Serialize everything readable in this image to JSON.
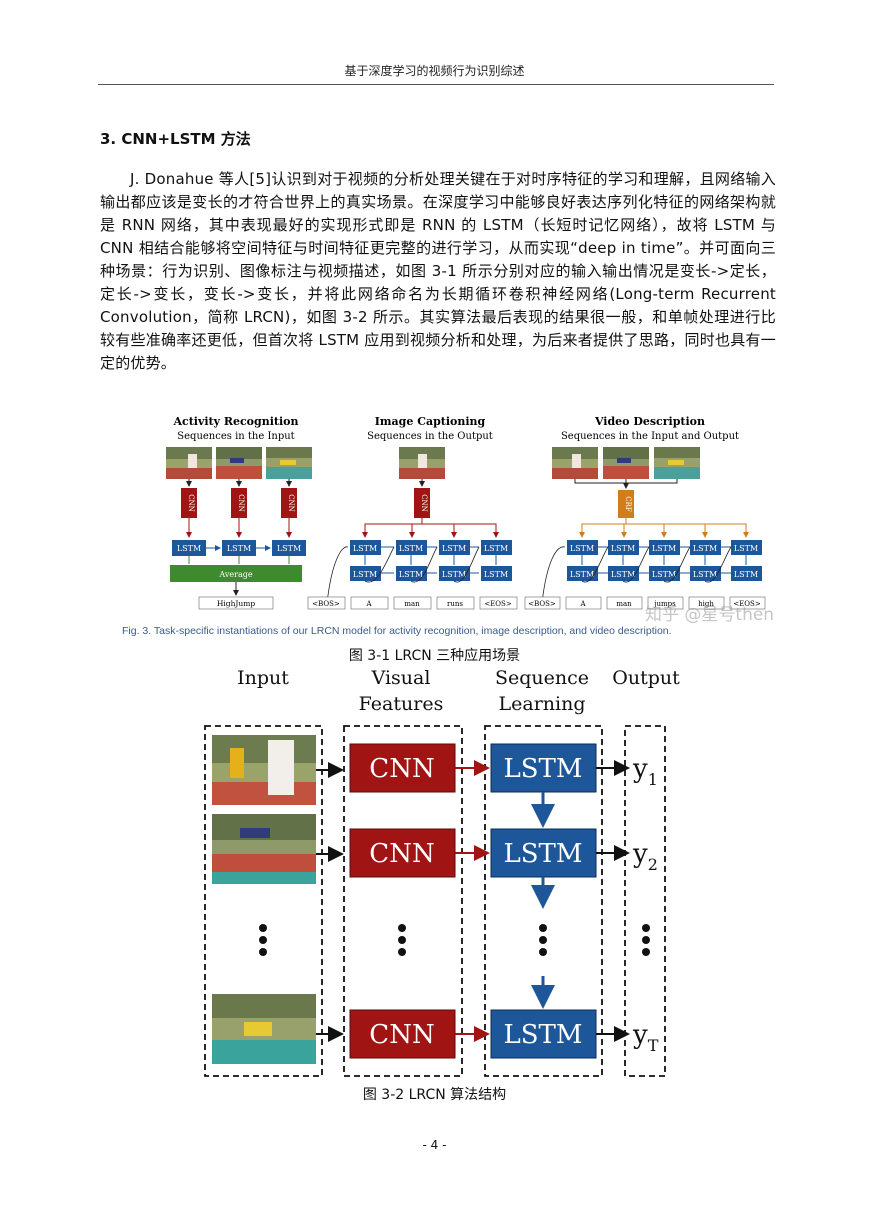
{
  "header": {
    "title": "基于深度学习的视频行为识别综述"
  },
  "section": {
    "title": "3. CNN+LSTM 方法"
  },
  "paragraph": "J. Donahue 等人[5]认识到对于视频的分析处理关键在于对时序特征的学习和理解，且网络输入输出都应该是变长的才符合世界上的真实场景。在深度学习中能够良好表达序列化特征的网络架构就是 RNN 网络，其中表现最好的实现形式即是 RNN 的 LSTM（长短时记忆网络），故将 LSTM 与 CNN 相结合能够将空间特征与时间特征更完整的进行学习，从而实现“deep in time”。并可面向三种场景：行为识别、图像标注与视频描述，如图 3-1 所示分别对应的输入输出情况是变长->定长，定长->变长，变长->变长，并将此网络命名为长期循环卷积神经网络(Long-term Recurrent Convolution，简称 LRCN)，如图 3-2 所示。其实算法最后表现的结果很一般，和单帧处理进行比较有些准确率还更低，但首次将 LSTM 应用到视频分析和处理，为后来者提供了思路，同时也具有一定的优势。",
  "figure1": {
    "panels": [
      {
        "title": "Activity Recognition",
        "subtitle": "Sequences in the Input"
      },
      {
        "title": "Image Captioning",
        "subtitle": "Sequences in the Output"
      },
      {
        "title": "Video Description",
        "subtitle": "Sequences in the Input and Output"
      }
    ],
    "cnn_label": "CNN",
    "crf_label": "CRF",
    "lstm_label": "LSTM",
    "average_label": "Average",
    "activity_output": "HighJump",
    "caption_outputs": [
      "<BOS>",
      "A",
      "man",
      "runs",
      "<EOS>"
    ],
    "video_outputs": [
      "<BOS>",
      "A",
      "man",
      "jumps",
      "high",
      "<EOS>"
    ],
    "caption_en": "Fig. 3. Task-specific instantiations of our LRCN model for activity recognition, image description, and video description.",
    "caption": "图 3-1 LRCN 三种应用场景",
    "watermark": "知乎 @星号then"
  },
  "figure2": {
    "headers": [
      "Input",
      "Visual",
      "Features",
      "Sequence",
      "Learning",
      "Output"
    ],
    "cnn_label": "CNN",
    "lstm_label": "LSTM",
    "outputs": [
      "y",
      "y",
      "y"
    ],
    "output_subs": [
      "1",
      "2",
      "T"
    ],
    "caption": "图 3-2 LRCN 算法结构"
  },
  "colors": {
    "cnn": "#a01414",
    "lstm": "#1d5799",
    "average": "#3f8a2f",
    "crf": "#d07d1c"
  },
  "page_number": "- 4 -"
}
